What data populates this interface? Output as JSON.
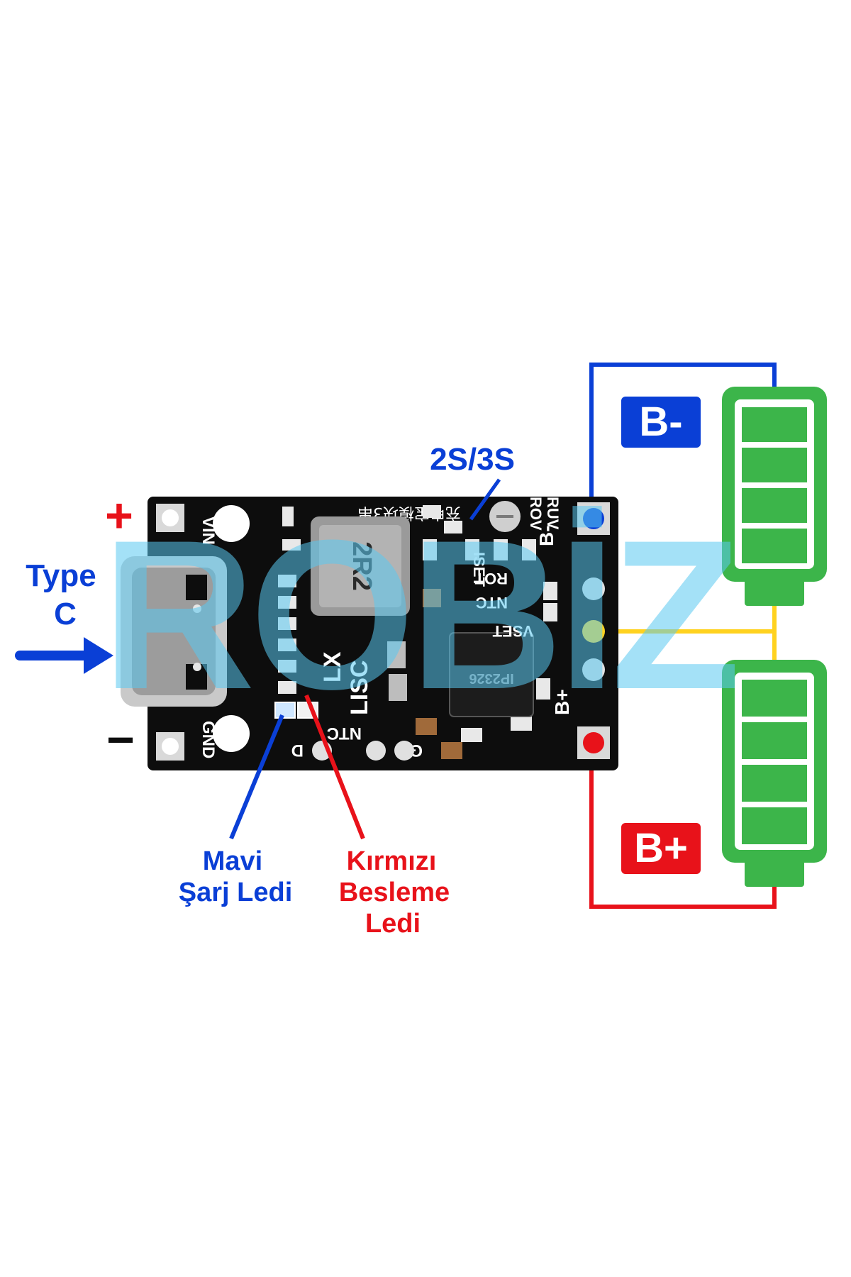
{
  "watermark": "ROBİZ",
  "labels": {
    "plus": "+",
    "minus": "−",
    "type_c_line1": "Type",
    "type_c_line2": "C",
    "series_select": "2S/3S",
    "blue_led_line1": "Mavi",
    "blue_led_line2": "Şarj Ledi",
    "red_led_line1": "Kırmızı",
    "red_led_line2": "Besleme",
    "red_led_line3": "Ledi",
    "b_minus_badge": "B-",
    "b_plus_badge": "B+"
  },
  "board": {
    "silk_vin": "VIN",
    "silk_gnd": "GND",
    "silk_lx": "LX",
    "silk_lisc": "LISC",
    "silk_ntc_bottom": "NTC",
    "silk_d": "D",
    "silk_g": "G",
    "silk_ruv": "RUV",
    "silk_rov": "ROV",
    "silk_rot": "ROT",
    "silk_ntc_right": "NTC",
    "silk_iset": "ISET",
    "silk_vset": "VSET",
    "silk_b_minus": "B-",
    "silk_b_plus": "B+",
    "inductor_text": "2R2",
    "chip_text": "IP2326",
    "chinese_text": "充电宝模块3串"
  },
  "colors": {
    "blue": "#0a3fd6",
    "red": "#e8121a",
    "yellow": "#ffd21f",
    "battery_green": "#3cb54a",
    "watermark": "#59c8f0",
    "board": "#0d0d0d"
  },
  "icons": [
    "battery-icon",
    "usb-c-port-icon",
    "arrow-right-icon"
  ]
}
